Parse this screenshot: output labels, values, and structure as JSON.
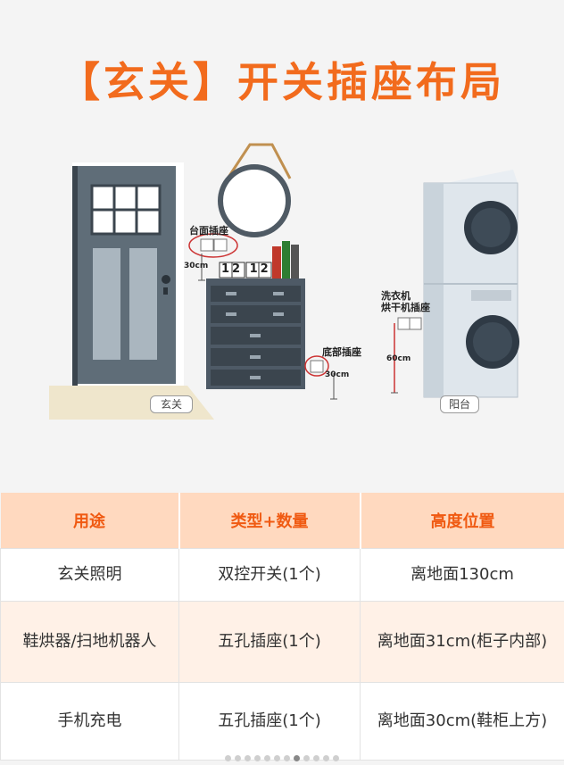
{
  "title": "【玄关】开关插座布局",
  "scene": {
    "door_label": "玄关",
    "balcony_label": "阳台",
    "counter_socket_label": "台面插座",
    "counter_height": "30cm",
    "bottom_socket_label": "底部插座",
    "bottom_height": "30cm",
    "washer_socket_label_1": "洗衣机",
    "washer_socket_label_2": "烘干机插座",
    "washer_height": "60cm",
    "clock_text": "12 12"
  },
  "table": {
    "headers": [
      "用途",
      "类型+数量",
      "高度位置"
    ],
    "rows": [
      [
        "玄关照明",
        "双控开关(1个)",
        "离地面130cm"
      ],
      [
        "鞋烘器/扫地机器人",
        "五孔插座(1个)",
        "离地面31cm(柜子内部)"
      ],
      [
        "手机充电",
        "五孔插座(1个)",
        "离地面30cm(鞋柜上方)"
      ]
    ]
  },
  "colors": {
    "accent": "#f26b1d",
    "header_bg": "#ffd9bf",
    "door": "#5f6d78",
    "cabinet": "#4e5a66"
  }
}
